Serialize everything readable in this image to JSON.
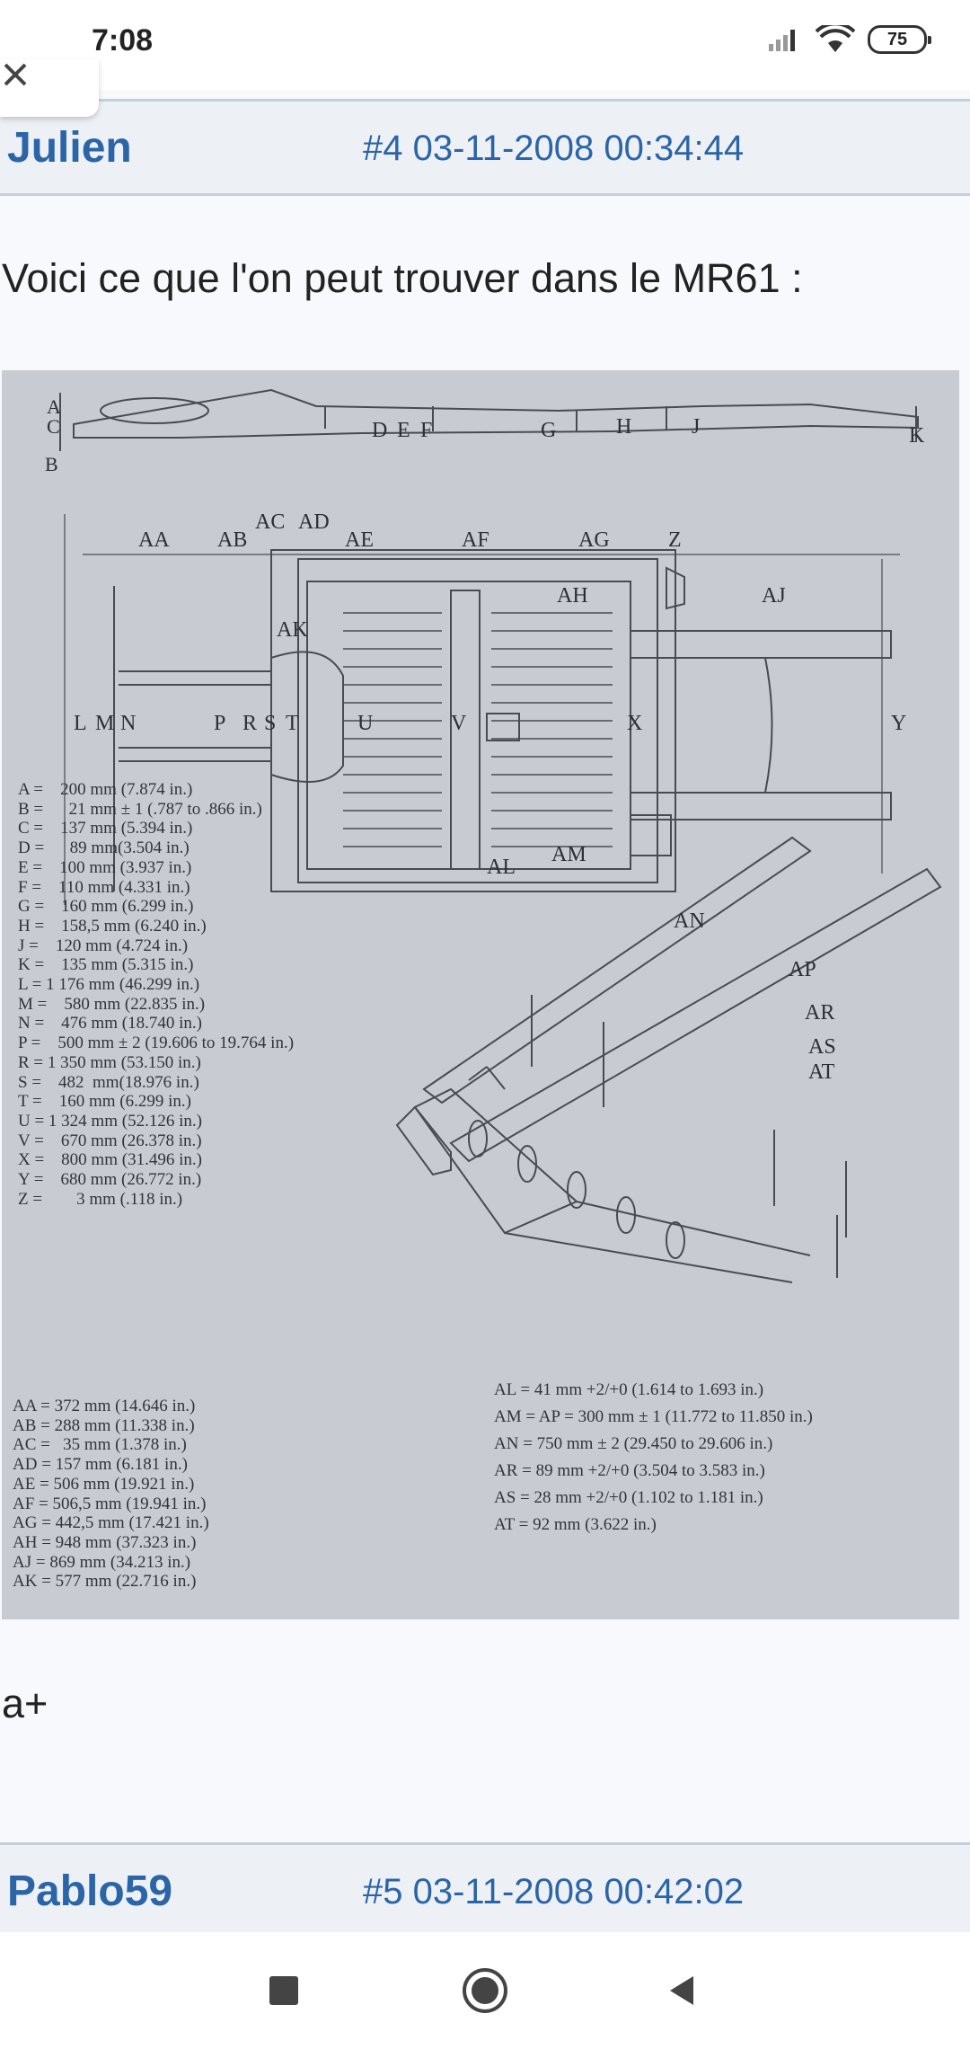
{
  "status_bar": {
    "time": "7:08",
    "battery": "75"
  },
  "posts": [
    {
      "author": "Julien",
      "meta": "#4 03-11-2008 00:34:44"
    },
    {
      "author": "Pablo59",
      "meta": "#5 03-11-2008 00:42:02"
    }
  ],
  "post_body": {
    "intro": "Voici ce que l'on peut trouver dans le MR61 :",
    "signoff": "a+"
  },
  "diagram": {
    "top_labels": [
      "A",
      "C",
      "B",
      "D",
      "E",
      "F",
      "G",
      "H",
      "J",
      "K"
    ],
    "plan_labels": [
      "AA",
      "AB",
      "AC",
      "AD",
      "AE",
      "AF",
      "AG",
      "Z",
      "AH",
      "AJ",
      "AK",
      "L",
      "M",
      "N",
      "P",
      "R",
      "S",
      "T",
      "U",
      "V",
      "X",
      "Y"
    ],
    "iso_labels": [
      "AL",
      "AM",
      "AN",
      "AP",
      "AR",
      "AS",
      "AT"
    ],
    "specs_left": [
      "A =    200 mm (7.874 in.)",
      "B =      21 mm ± 1 (.787 to .866 in.)",
      "C =    137 mm (5.394 in.)",
      "D =      89 mm(3.504 in.)",
      "E =    100 mm (3.937 in.)",
      "F =    110 mm (4.331 in.)",
      "G =    160 mm (6.299 in.)",
      "H =    158,5 mm (6.240 in.)",
      "J =    120 mm (4.724 in.)",
      "K =    135 mm (5.315 in.)",
      "L = 1 176 mm (46.299 in.)",
      "M =    580 mm (22.835 in.)",
      "N =    476 mm (18.740 in.)",
      "P =    500 mm ± 2 (19.606 to 19.764 in.)",
      "R = 1 350 mm (53.150 in.)",
      "S =    482  mm(18.976 in.)",
      "T =    160 mm (6.299 in.)",
      "U = 1 324 mm (52.126 in.)",
      "V =    670 mm (26.378 in.)",
      "X =    800 mm (31.496 in.)",
      "Y =    680 mm (26.772 in.)",
      "Z =        3 mm (.118 in.)"
    ],
    "specs_left2": [
      "AA = 372 mm (14.646 in.)",
      "AB = 288 mm (11.338 in.)",
      "AC =   35 mm (1.378 in.)",
      "AD = 157 mm (6.181 in.)",
      "AE = 506 mm (19.921 in.)",
      "AF = 506,5 mm (19.941 in.)",
      "AG = 442,5 mm (17.421 in.)",
      "AH = 948 mm (37.323 in.)",
      "AJ = 869 mm (34.213 in.)",
      "AK = 577 mm (22.716 in.)"
    ],
    "specs_right": [
      "AL = 41 mm +2/+0 (1.614 to 1.693 in.)",
      "AM = AP = 300 mm ± 1 (11.772 to 11.850 in.)",
      "AN = 750 mm ± 2 (29.450 to 29.606 in.)",
      "AR = 89 mm +2/+0 (3.504 to 3.583 in.)",
      "AS = 28 mm +2/+0 (1.102 to 1.181 in.)",
      "AT = 92 mm (3.622 in.)"
    ]
  }
}
